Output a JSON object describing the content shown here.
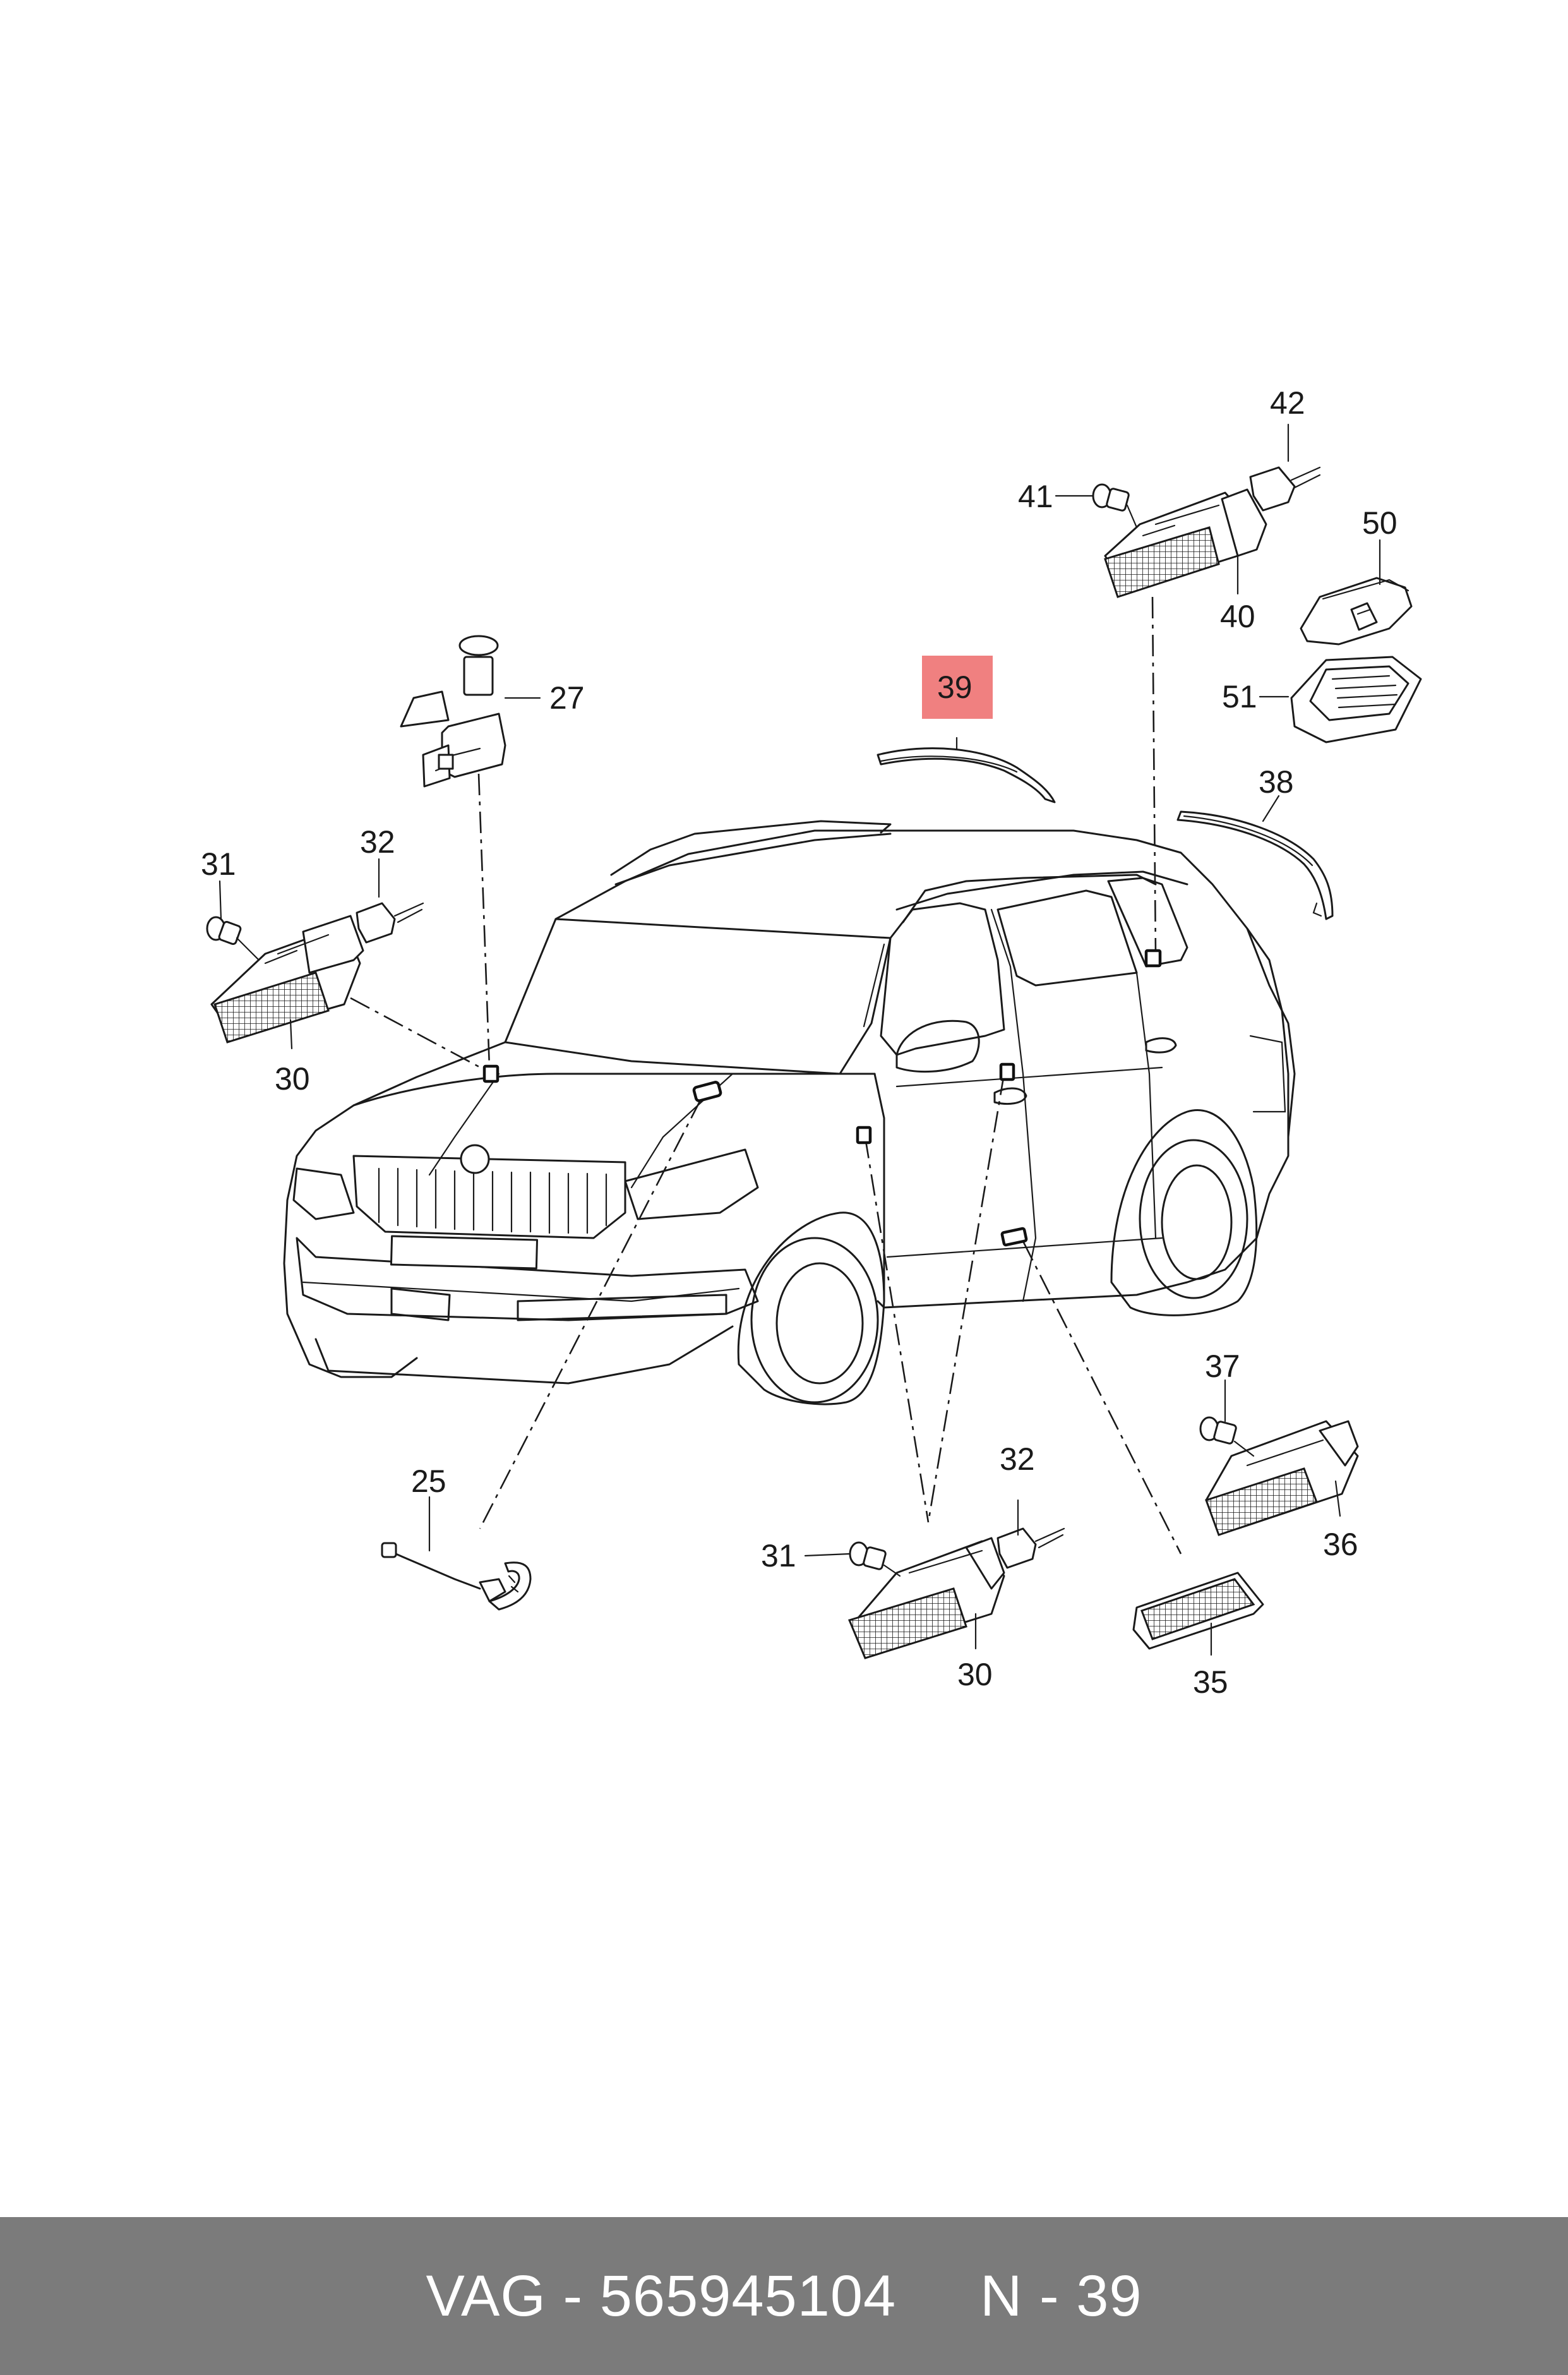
{
  "diagram": {
    "part_labels": {
      "l27": "27",
      "l31a": "31",
      "l32a": "32",
      "l30a": "30",
      "l39": "39",
      "l41": "41",
      "l42": "42",
      "l40": "40",
      "l50": "50",
      "l51": "51",
      "l38": "38",
      "l25": "25",
      "l37": "37",
      "l36": "36",
      "l32b": "32",
      "l31b": "31",
      "l30b": "30",
      "l35": "35"
    },
    "highlighted_part": "39",
    "highlight_color": "#f08080"
  },
  "footer": {
    "brand": "VAG",
    "sep1": " - ",
    "part_number": "565945104",
    "gap": "     ",
    "position_ref": "N - 39",
    "background": "#7b7b7b"
  }
}
